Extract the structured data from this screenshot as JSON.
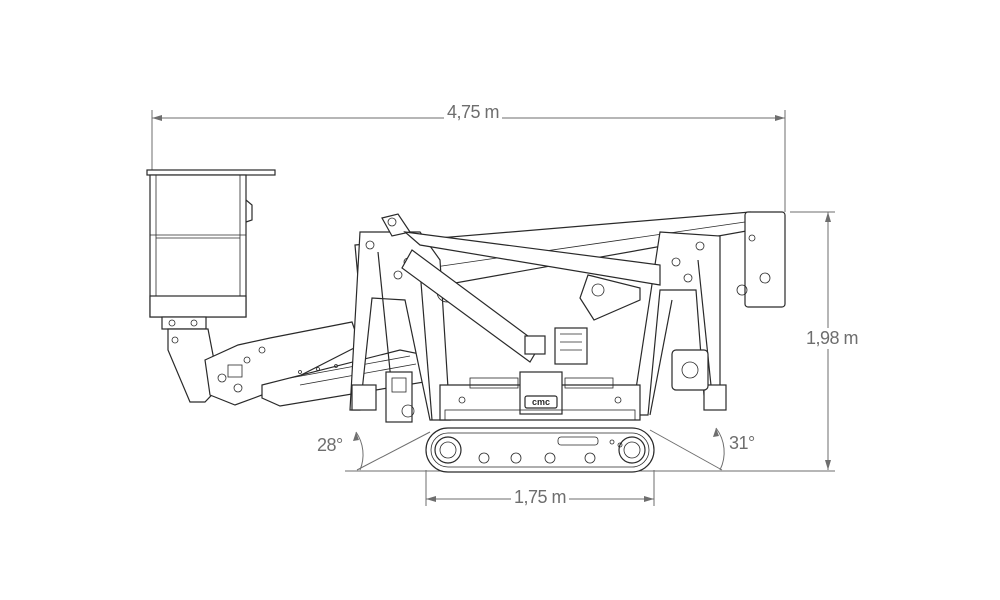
{
  "dimensions": {
    "total_length": "4,75 m",
    "height": "1,98 m",
    "track_length": "1,75 m"
  },
  "angles": {
    "front": "28°",
    "rear": "31°"
  },
  "badge": {
    "text": "cmc"
  },
  "colors": {
    "line": "#2a2a2a",
    "dimension": "#6e6e6e",
    "background": "#ffffff"
  }
}
